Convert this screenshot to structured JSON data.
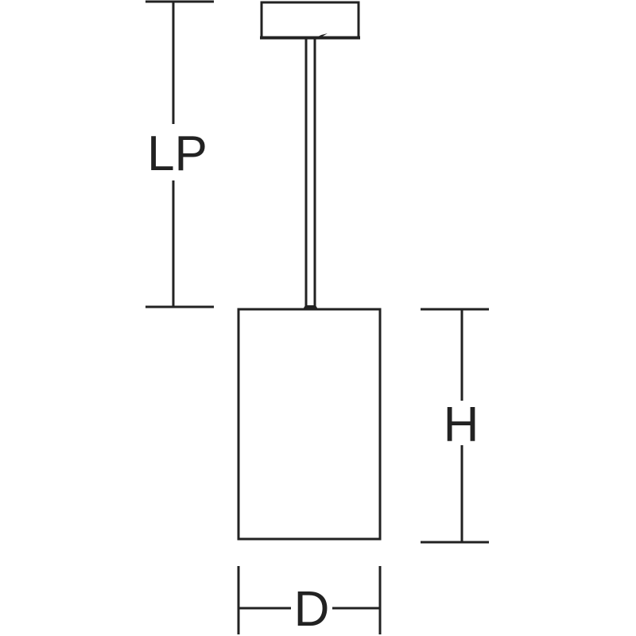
{
  "diagram": {
    "labels": {
      "suspension_length": "LP",
      "height": "H",
      "diameter": "D"
    },
    "colors": {
      "stroke": "#222222",
      "background": "#ffffff"
    }
  }
}
